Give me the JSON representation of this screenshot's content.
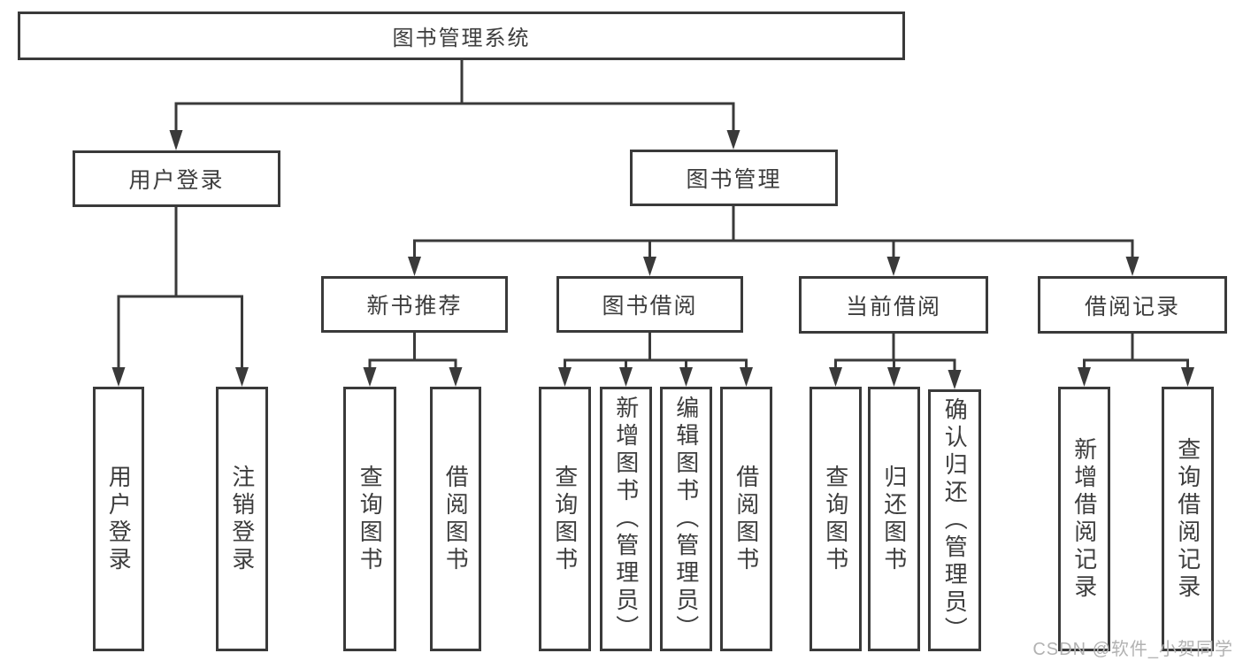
{
  "tree": {
    "root": {
      "label": "图书管理系统"
    },
    "level2": [
      {
        "label": "用户登录"
      },
      {
        "label": "图书管理"
      }
    ],
    "level3": [
      {
        "label": "新书推荐"
      },
      {
        "label": "图书借阅"
      },
      {
        "label": "当前借阅"
      },
      {
        "label": "借阅记录"
      }
    ],
    "leaves": {
      "login": [
        {
          "label": "用户登录"
        },
        {
          "label": "注销登录"
        }
      ],
      "recommend": [
        {
          "label": "查询图书"
        },
        {
          "label": "借阅图书"
        }
      ],
      "borrow": [
        {
          "label": "查询图书"
        },
        {
          "label": "新增图书（管理员）"
        },
        {
          "label": "编辑图书（管理员）"
        },
        {
          "label": "借阅图书"
        }
      ],
      "current": [
        {
          "label": "查询图书"
        },
        {
          "label": "归还图书"
        },
        {
          "label": "确认归还（管理员）"
        }
      ],
      "records": [
        {
          "label": "新增借阅记录"
        },
        {
          "label": "查询借阅记录"
        }
      ]
    }
  },
  "watermark": {
    "text": "CSDN @软件_小贺同学"
  },
  "colors": {
    "line": "#3a3a3a",
    "text": "#3d3d3d",
    "watermark": "#b2b2b2",
    "background": "#ffffff"
  }
}
